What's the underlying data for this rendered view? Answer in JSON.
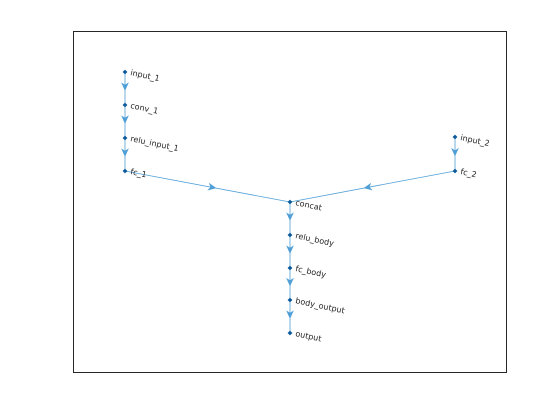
{
  "graph": {
    "nodes": [
      {
        "id": "input_1",
        "label": "input_1"
      },
      {
        "id": "conv_1",
        "label": "conv_1"
      },
      {
        "id": "relu_input_1",
        "label": "relu_input_1"
      },
      {
        "id": "fc_1",
        "label": "fc_1"
      },
      {
        "id": "input_2",
        "label": "input_2"
      },
      {
        "id": "fc_2",
        "label": "fc_2"
      },
      {
        "id": "concat",
        "label": "concat"
      },
      {
        "id": "relu_body",
        "label": "relu_body"
      },
      {
        "id": "fc_body",
        "label": "fc_body"
      },
      {
        "id": "body_output",
        "label": "body_output"
      },
      {
        "id": "output",
        "label": "output"
      }
    ],
    "edges": [
      {
        "from": "input_1",
        "to": "conv_1"
      },
      {
        "from": "conv_1",
        "to": "relu_input_1"
      },
      {
        "from": "relu_input_1",
        "to": "fc_1"
      },
      {
        "from": "fc_1",
        "to": "concat"
      },
      {
        "from": "input_2",
        "to": "fc_2"
      },
      {
        "from": "fc_2",
        "to": "concat"
      },
      {
        "from": "concat",
        "to": "relu_body"
      },
      {
        "from": "relu_body",
        "to": "fc_body"
      },
      {
        "from": "fc_body",
        "to": "body_output"
      },
      {
        "from": "body_output",
        "to": "output"
      }
    ]
  },
  "colors": {
    "edge": "#4f9fd6",
    "node": "#0a5a9c",
    "label": "#262626",
    "axes": "#262626"
  }
}
